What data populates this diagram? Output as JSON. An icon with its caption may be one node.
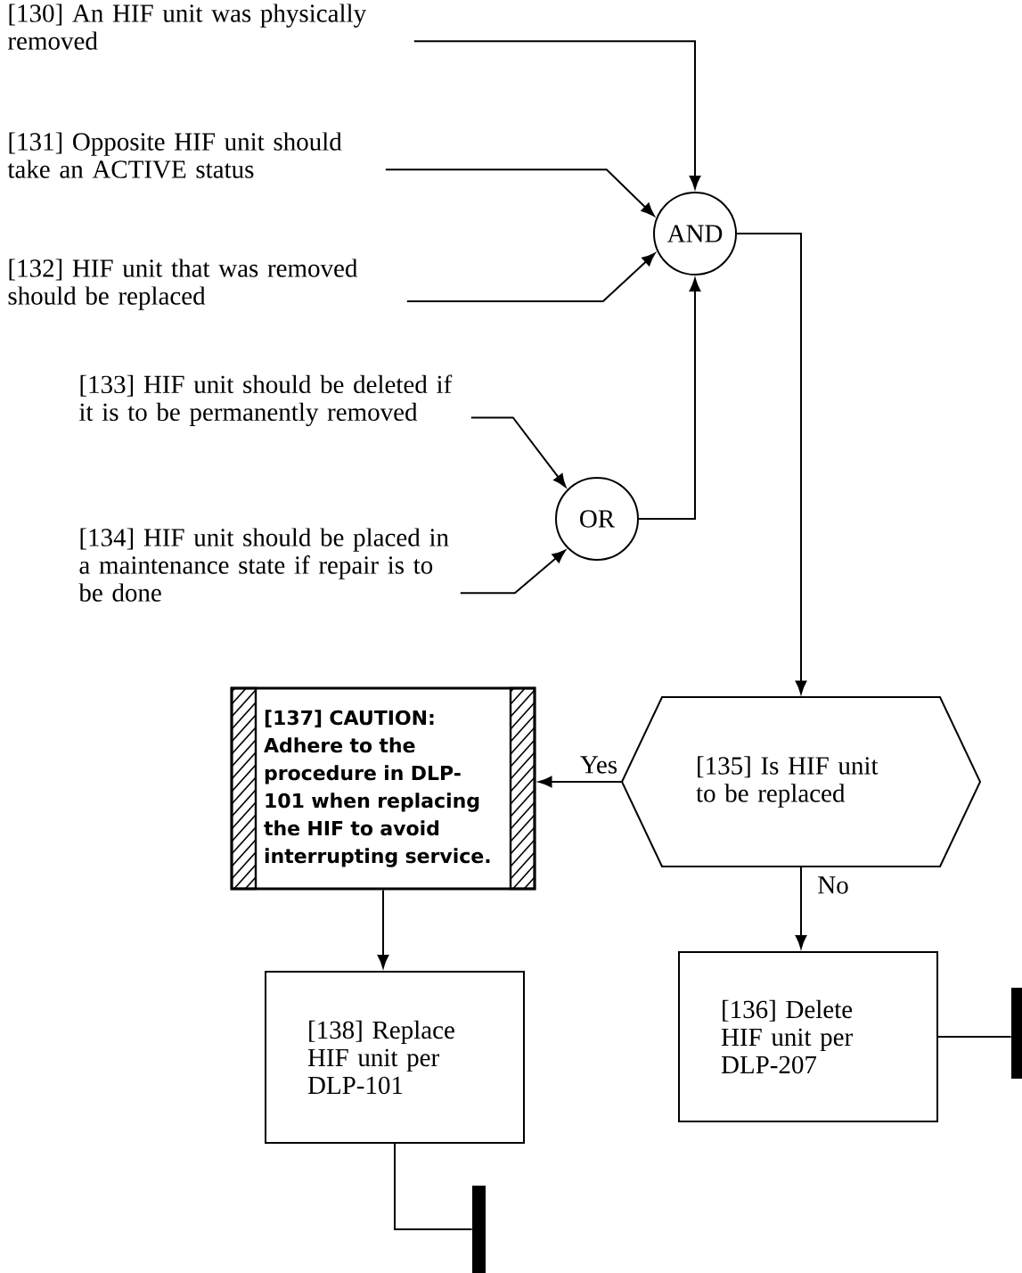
{
  "diagram": {
    "nodes": [
      {
        "text": [
          "[130] An HIF unit was physically removed"
        ]
      },
      {
        "text": [
          "[131] Opposite HIF unit should take an ACTIVE status"
        ]
      },
      {
        "text": [
          "[132] HIF unit that was removed should be replaced"
        ]
      },
      {
        "text": [
          "[133] HIF unit should be deleted if it is to be permanently removed"
        ]
      },
      {
        "text": [
          "[134] HIF unit should be placed in a maintenance state if repair is to be done"
        ]
      },
      {
        "text": [
          "AND"
        ]
      },
      {
        "text": [
          "OR"
        ]
      },
      {
        "text": [
          "[135] Is HIF unit to be replaced"
        ]
      },
      {
        "text": [
          "[137] CAUTION:",
          "Adhere to the procedure in DLP-101 when replacing the HIF to avoid interrupting service."
        ]
      },
      {
        "text": [
          "[138] Replace HIF unit per DLP-101"
        ]
      },
      {
        "text": [
          "[136] Delete HIF unit per DLP-207"
        ]
      },
      {
        "text": [],
        "shape": "bar"
      },
      {
        "text": [],
        "shape": "bar"
      }
    ],
    "edges": [
      {
        "from": 0,
        "to": 5,
        "arrow": "to"
      },
      {
        "from": 1,
        "to": 5,
        "arrow": "to"
      },
      {
        "from": 2,
        "to": 5,
        "arrow": "to"
      },
      {
        "from": 3,
        "to": 6,
        "arrow": "to"
      },
      {
        "from": 4,
        "to": 6,
        "arrow": "to"
      },
      {
        "from": 6,
        "to": 5,
        "arrow": "to"
      },
      {
        "from": 5,
        "to": 7,
        "arrow": "to"
      },
      {
        "from": 7,
        "to": 8,
        "arrow": "to",
        "label": "Yes"
      },
      {
        "from": 7,
        "to": 10,
        "arrow": "to",
        "label": "No"
      },
      {
        "from": 8,
        "to": 9,
        "arrow": "to"
      },
      {
        "from": 10,
        "to": 11,
        "arrow": "none"
      },
      {
        "from": 9,
        "to": 12,
        "arrow": "none"
      }
    ]
  }
}
